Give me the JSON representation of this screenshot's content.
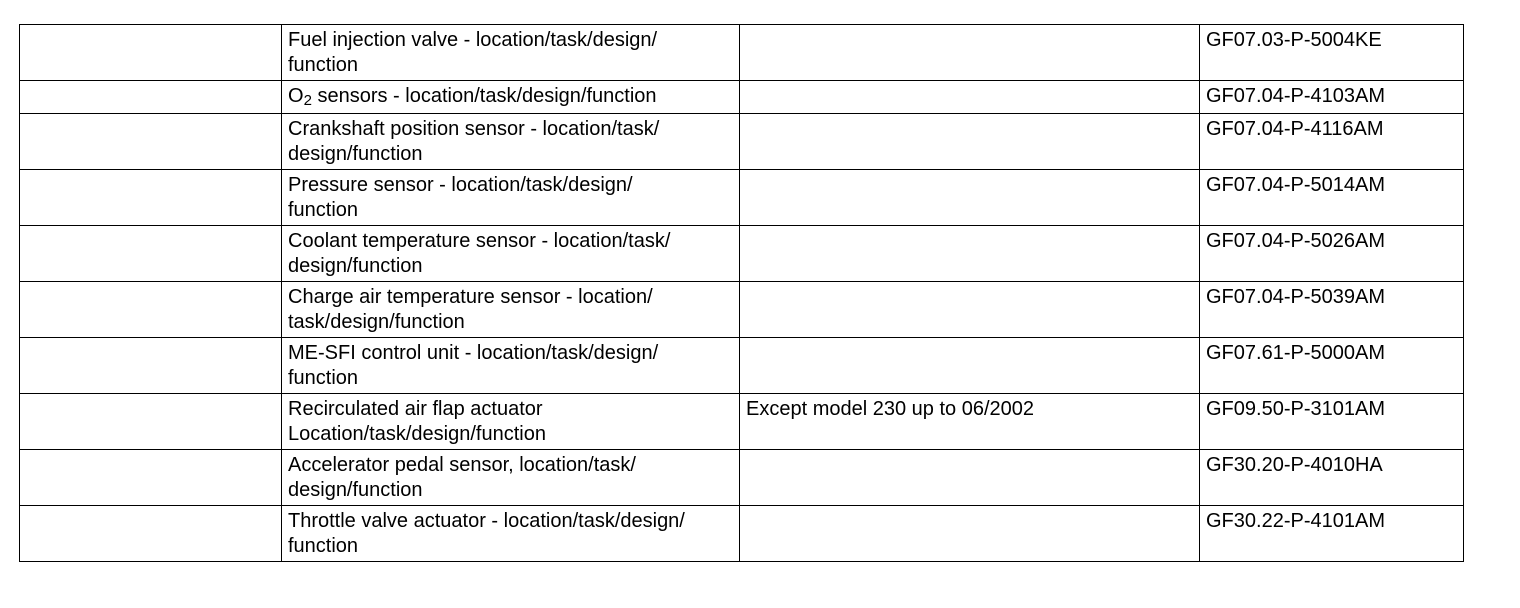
{
  "table": {
    "rows": [
      {
        "group": "",
        "component_lines": [
          "Fuel injection valve - location/task/design/",
          "function"
        ],
        "note": "",
        "document": "GF07.03-P-5004KE"
      },
      {
        "group": "",
        "component_prefix": "O",
        "component_sub": "2",
        "component_suffix": " sensors - location/task/design/function",
        "note": "",
        "document": "GF07.04-P-4103AM"
      },
      {
        "group": "",
        "component_lines": [
          "Crankshaft position sensor - location/task/",
          "design/function"
        ],
        "note": "",
        "document": "GF07.04-P-4116AM"
      },
      {
        "group": "",
        "component_lines": [
          "Pressure sensor - location/task/design/",
          "function"
        ],
        "note": "",
        "document": "GF07.04-P-5014AM"
      },
      {
        "group": "",
        "component_lines": [
          "Coolant temperature sensor - location/task/",
          "design/function"
        ],
        "note": "",
        "document": "GF07.04-P-5026AM"
      },
      {
        "group": "",
        "component_lines": [
          "Charge air temperature sensor - location/",
          "task/design/function"
        ],
        "note": "",
        "document": "GF07.04-P-5039AM"
      },
      {
        "group": "",
        "component_lines": [
          "ME-SFI control unit - location/task/design/",
          "function"
        ],
        "note": "",
        "document": "GF07.61-P-5000AM"
      },
      {
        "group": "",
        "component_lines": [
          "Recirculated air flap actuator",
          "Location/task/design/function"
        ],
        "note": "Except model 230 up to 06/2002",
        "document": "GF09.50-P-3101AM"
      },
      {
        "group": "",
        "component_lines": [
          "Accelerator pedal sensor, location/task/",
          "design/function"
        ],
        "note": "",
        "document": "GF30.20-P-4010HA"
      },
      {
        "group": "",
        "component_lines": [
          "Throttle valve actuator - location/task/design/",
          "function"
        ],
        "note": "",
        "document": "GF30.22-P-4101AM"
      }
    ]
  }
}
